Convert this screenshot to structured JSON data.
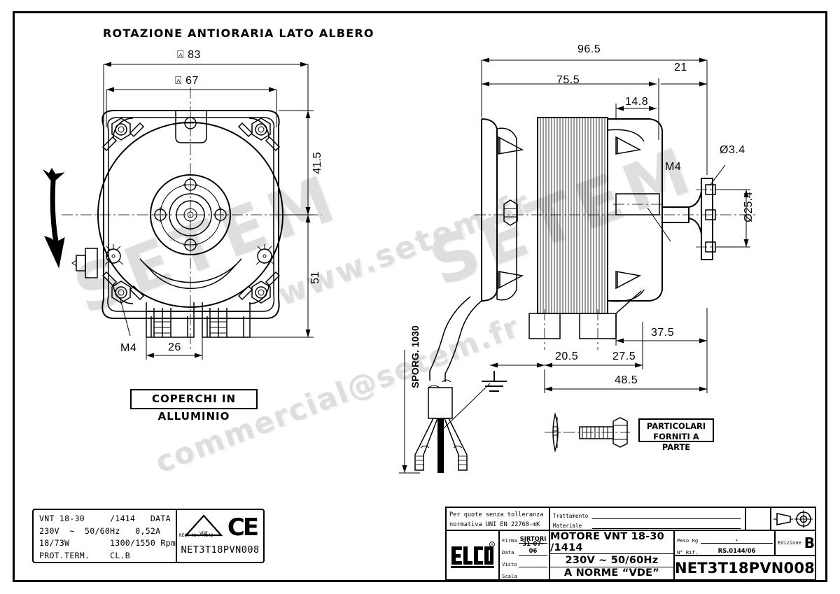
{
  "drawing": {
    "note_rotation": "ROTAZIONE ANTIORARIA LATO ALBERO",
    "note_covers": "COPERCHI IN ALLUMINIO",
    "note_parts_line1": "PARTICOLARI",
    "note_parts_line2": "FORNITI A PARTE",
    "label_sporg": "SPORG. 1030"
  },
  "dimensions": {
    "front_view": {
      "dia_outer": "83",
      "dia_inner": "67",
      "height_upper": "41.5",
      "height_lower": "51",
      "foot_width": "26",
      "thread_callout": "M4",
      "square_symbol": "▫"
    },
    "side_view": {
      "overall_length": "96.5",
      "body_length": "75.5",
      "shaft_extension": "21",
      "bracket_width": "14.8",
      "thread_callout": "M4",
      "hole_dia": "Ø3.4",
      "flange_dia": "Ø25.4",
      "dim_20_5": "20.5",
      "dim_27_5": "27.5",
      "dim_37_5": "37.5",
      "dim_48_5": "48.5"
    }
  },
  "watermark": {
    "url_top": "www.setem.fr",
    "brand": "SETEM",
    "email_bottom": "commercial@setem.fr"
  },
  "nameplate": {
    "line1": "VNT 18-30     /1414   DATA",
    "line2": "230V  ∼  50/60Hz   0,52A",
    "line3": "18/73W        1300/1550 Rpm",
    "line4": "PROT.TERM.    CL.B",
    "vde_text": "VDE",
    "vde_reg": "REG.-Nr. 4642",
    "ce_text": "CE",
    "code": "NET3T18PVN008"
  },
  "titleblock": {
    "tolerance_line1": "Per quote senza tolleranza",
    "tolerance_line2": "normativa UNI EN 22768-mK",
    "trattamento_label": "Trattamento",
    "materiale_label": "Materiale",
    "logo_text": "ELCO",
    "fields": [
      {
        "label": "Firma",
        "value": "SIRTORI"
      },
      {
        "label": "Data",
        "value": "31-07-06"
      },
      {
        "label": "Visto",
        "value": ""
      },
      {
        "label": "Scala",
        "value": ""
      }
    ],
    "desc_line1": "MOTORE VNT 18-30 /1414",
    "desc_line2": "230V ~ 50/60Hz",
    "desc_line3": "A NORME “VDE”",
    "peso_label": "Peso Kg",
    "peso_value": ".",
    "rif_label": "N° Rif.",
    "rif_value": "RS.0144/06",
    "edizione_label": "Edizione",
    "edizione_value": "B",
    "drawing_code": "NET3T18PVN008"
  }
}
